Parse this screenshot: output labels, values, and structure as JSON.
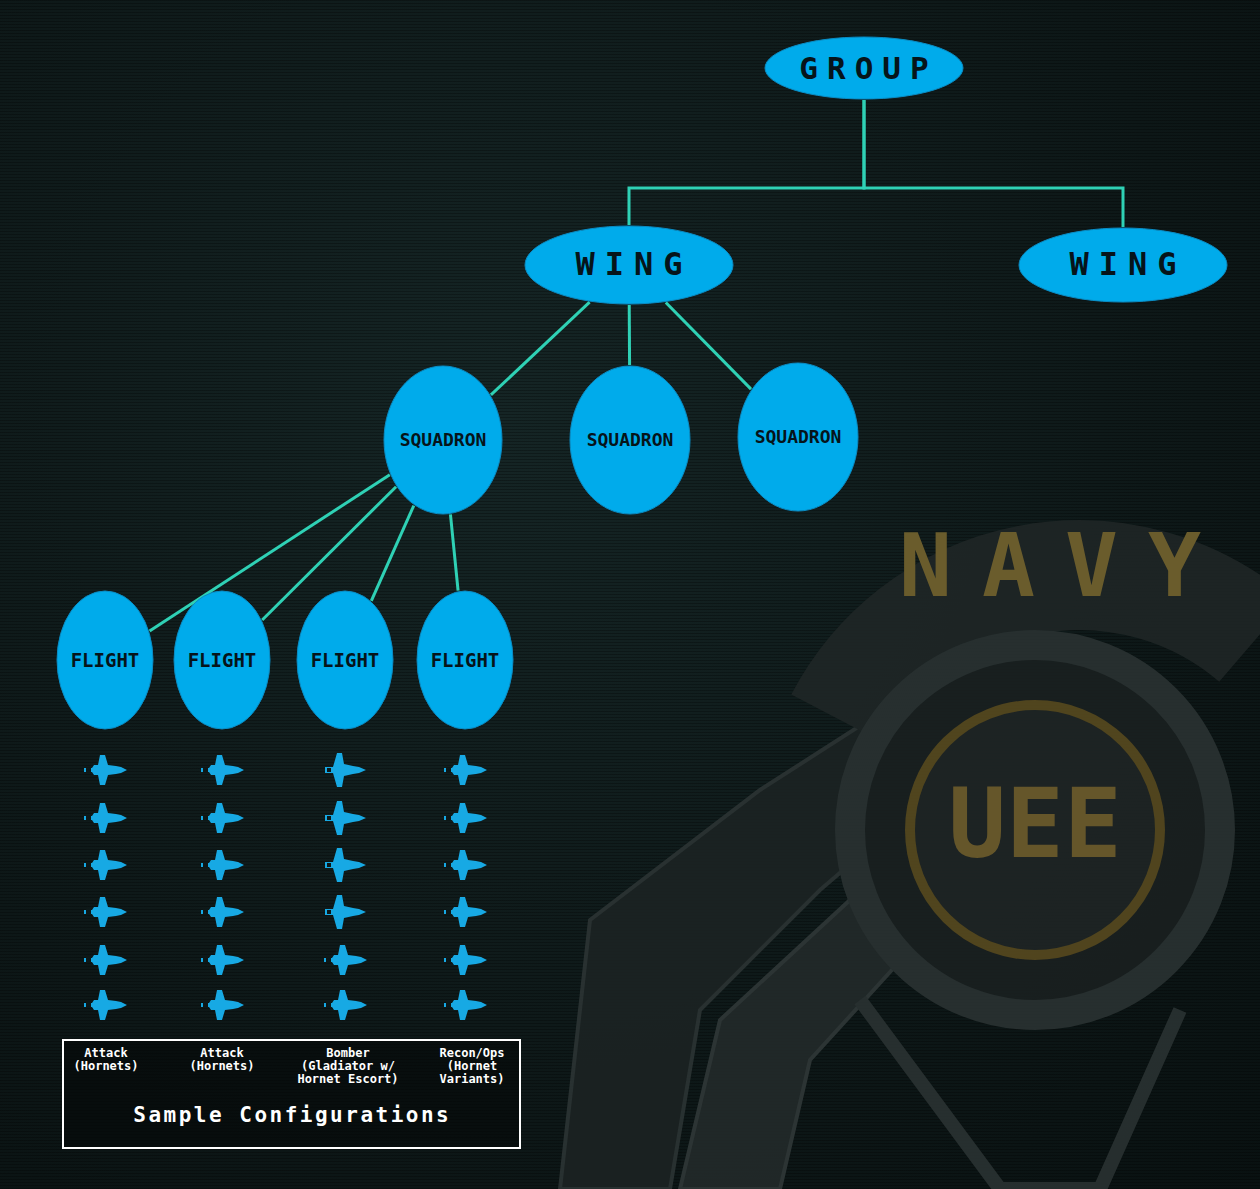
{
  "diagram": {
    "nodes": [
      {
        "text": [
          "GROUP"
        ]
      },
      {
        "text": [
          "WING"
        ]
      },
      {
        "text": [
          "WING"
        ]
      },
      {
        "text": [
          "SQUADRON"
        ]
      },
      {
        "text": [
          "SQUADRON"
        ]
      },
      {
        "text": [
          "SQUADRON"
        ]
      },
      {
        "text": [
          "FLIGHT"
        ]
      },
      {
        "text": [
          "FLIGHT"
        ]
      },
      {
        "text": [
          "FLIGHT"
        ]
      },
      {
        "text": [
          "FLIGHT"
        ]
      }
    ],
    "edges": [
      {
        "from": 0,
        "to": 1,
        "arrow": "none"
      },
      {
        "from": 0,
        "to": 2,
        "arrow": "none"
      },
      {
        "from": 1,
        "to": 3,
        "arrow": "none"
      },
      {
        "from": 1,
        "to": 4,
        "arrow": "none"
      },
      {
        "from": 1,
        "to": 5,
        "arrow": "none"
      },
      {
        "from": 3,
        "to": 6,
        "arrow": "none"
      },
      {
        "from": 3,
        "to": 7,
        "arrow": "none"
      },
      {
        "from": 3,
        "to": 8,
        "arrow": "none"
      },
      {
        "from": 3,
        "to": 9,
        "arrow": "none"
      }
    ],
    "labels": [
      "Attack (Hornets)",
      "Attack (Hornets)",
      "Bomber (Gladiator w/ Hornet Escort)",
      "Recon/Ops (Hornet Variants)",
      "Sample Configurations",
      "NAVY",
      "UEE"
    ]
  }
}
